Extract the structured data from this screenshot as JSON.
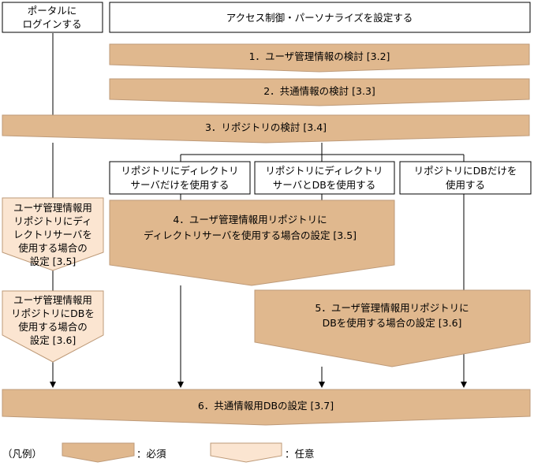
{
  "colors": {
    "required": "#E0B88E",
    "optional": "#FBE5D1",
    "border": "#BE9A78"
  },
  "top_boxes": {
    "login": [
      "ポータルに",
      "ログインする"
    ],
    "access": "アクセス制御・パーソナライズを設定する"
  },
  "steps": {
    "s1": "1．ユーザ管理情報の検討 [3.2]",
    "s2": "2．共通情報の検討 [3.3]",
    "s3": "3．リポジトリの検討 [3.4]",
    "s4": [
      "4．ユーザ管理情報用リポジトリに",
      "ディレクトリサーバを使用する場合の設定 [3.5]"
    ],
    "s5": [
      "5．ユーザ管理情報用リポジトリに",
      "DBを使用する場合の設定 [3.6]"
    ],
    "s6": "6．共通情報用DBの設定 [3.7]"
  },
  "branches": {
    "b1": [
      "リポジトリにディレクトリ",
      "サーバだけを使用する"
    ],
    "b2": [
      "リポジトリにディレクトリ",
      "サーバとDBを使用する"
    ],
    "b3": [
      "リポジトリにDBだけを",
      "使用する"
    ]
  },
  "optional_steps": {
    "o1": [
      "ユーザ管理情報用",
      "リポジトリにディ",
      "レクトリサーバを",
      "使用する場合の",
      "設定 [3.5]"
    ],
    "o2": [
      "ユーザ管理情報用",
      "リポジトリにDBを",
      "使用する場合の",
      "設定 [3.6]"
    ]
  },
  "legend": {
    "title": "（凡例）",
    "required_label": "：必須",
    "optional_label": "：任意"
  }
}
